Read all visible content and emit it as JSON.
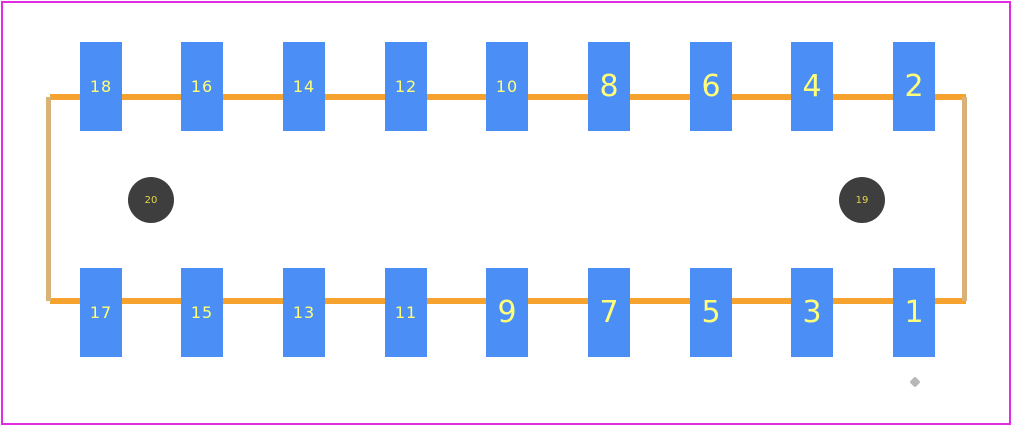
{
  "footprint": {
    "pads_top": [
      "18",
      "16",
      "14",
      "12",
      "10",
      "8",
      "6",
      "4",
      "2"
    ],
    "pads_bottom": [
      "17",
      "15",
      "13",
      "11",
      "9",
      "7",
      "5",
      "3",
      "1"
    ],
    "mounting_holes": {
      "left": "20",
      "right": "19"
    }
  },
  "colors": {
    "board_border": "#e22ce2",
    "outline": "#f5a22e",
    "pad": "#4a8ef6",
    "pad_label": "#ffff7a",
    "hole": "#3e3e3e",
    "hole_label": "#e4d64a"
  }
}
